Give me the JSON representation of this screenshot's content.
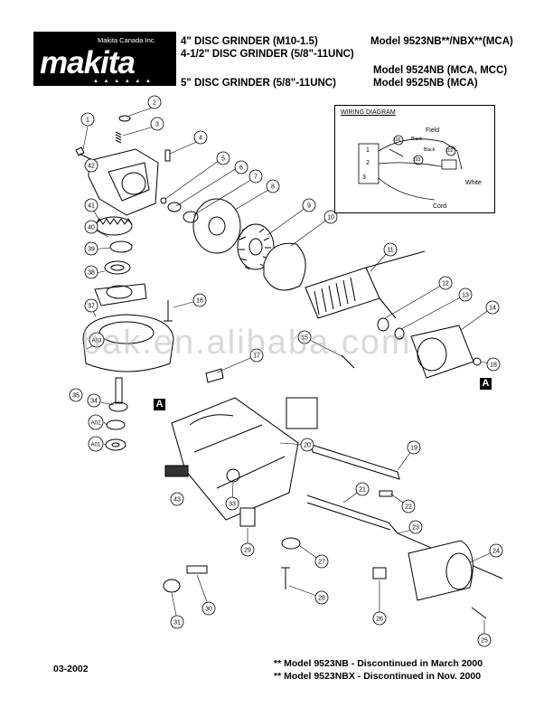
{
  "brand": {
    "name": "makita",
    "distributor": "Makita Canada Inc.",
    "dots": "▲ ▲ ▲ ▲ ▲ ▲"
  },
  "header": {
    "line1": "4\" DISC GRINDER (M10-1.5)",
    "model1": "Model 9523NB**/NBX**(MCA)",
    "line2": "4-1/2\" DISC GRINDER (5/8\"-11UNC)",
    "model2": "Model 9524NB (MCA, MCC)",
    "line3": "5\" DISC GRINDER (5/8\"-11UNC)",
    "model3": "Model 9525NB (MCA)"
  },
  "wiring": {
    "title": "WIRING DIAGRAM",
    "labels": [
      "100",
      "103",
      "102",
      "Field",
      "Black",
      "Black",
      "White",
      "Cord",
      "1",
      "2",
      "3"
    ]
  },
  "callouts": [
    "1",
    "2",
    "3",
    "4",
    "5",
    "6",
    "7",
    "8",
    "9",
    "10",
    "11",
    "12",
    "13",
    "14",
    "15",
    "16",
    "17",
    "18",
    "19",
    "20",
    "21",
    "22",
    "23",
    "24",
    "25",
    "26",
    "27",
    "28",
    "29",
    "30",
    "31",
    "33",
    "34",
    "35",
    "37",
    "38",
    "39",
    "40",
    "41",
    "42",
    "43",
    "A01",
    "A02",
    "A03"
  ],
  "section_marks": [
    "A",
    "A"
  ],
  "watermark": "bak.en.alibaba.com",
  "footer": {
    "date": "03-2002",
    "note1": "** Model 9523NB - Discontinued in March 2000",
    "note2": "** Model 9523NBX - Discontinued in Nov. 2000"
  }
}
